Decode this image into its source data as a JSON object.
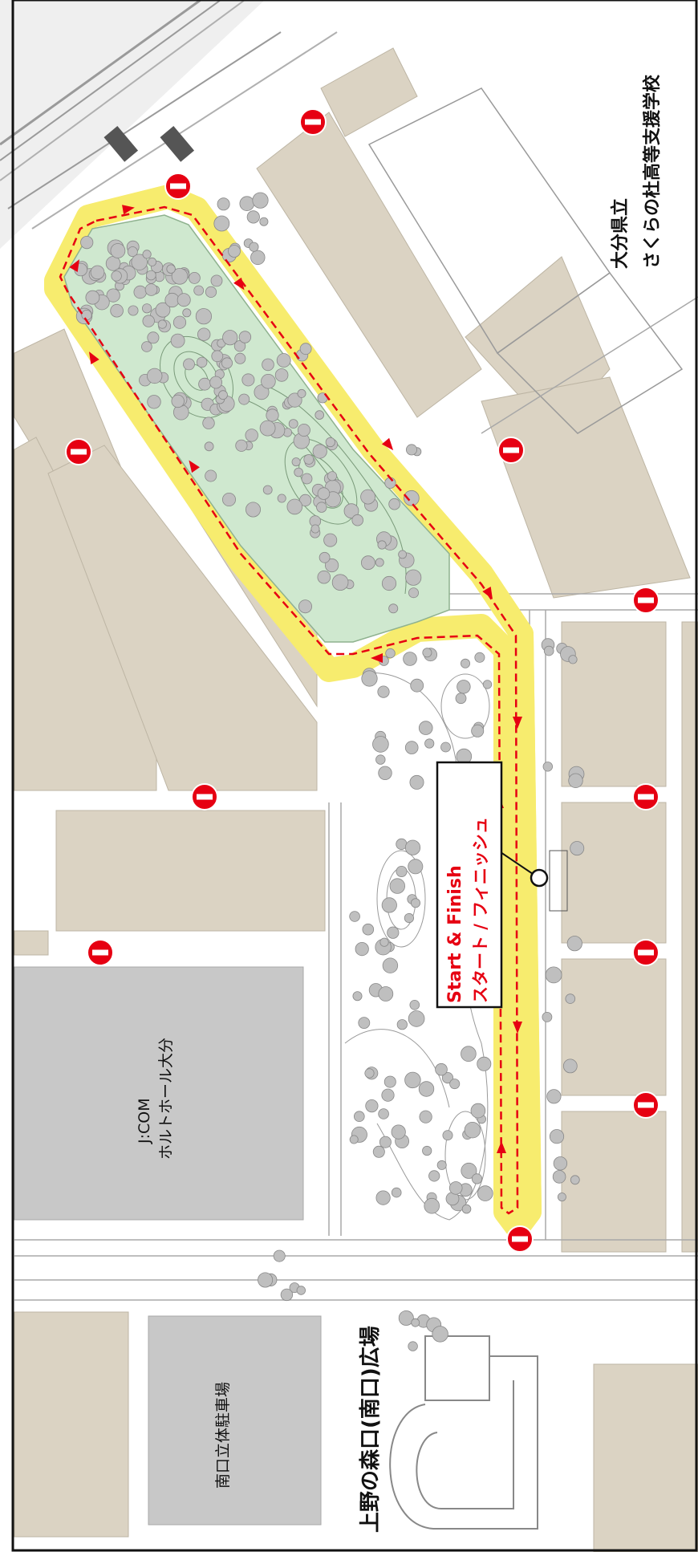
{
  "map": {
    "labels": {
      "school_line1": "大分県立",
      "school_line2": "さくらの杜高等支援学校",
      "hall_line1": "J:COM",
      "hall_line2": "ホルトホール大分",
      "gym_parking": "南口立体駐車場",
      "plaza": "上野の森口(南口)広場",
      "start_en": "Start & Finish",
      "start_ja": "スタート / フィニッシュ"
    },
    "colors": {
      "course_highlight": "#f7ec6e",
      "course_line": "#e60012",
      "park": "#cfe8cf",
      "building": "#dbd3c3",
      "hall": "#c8c8c8",
      "no_entry": "#e60012"
    },
    "icons": {
      "road_closure": "no-entry-icon",
      "start_point": "start-marker-icon"
    }
  }
}
